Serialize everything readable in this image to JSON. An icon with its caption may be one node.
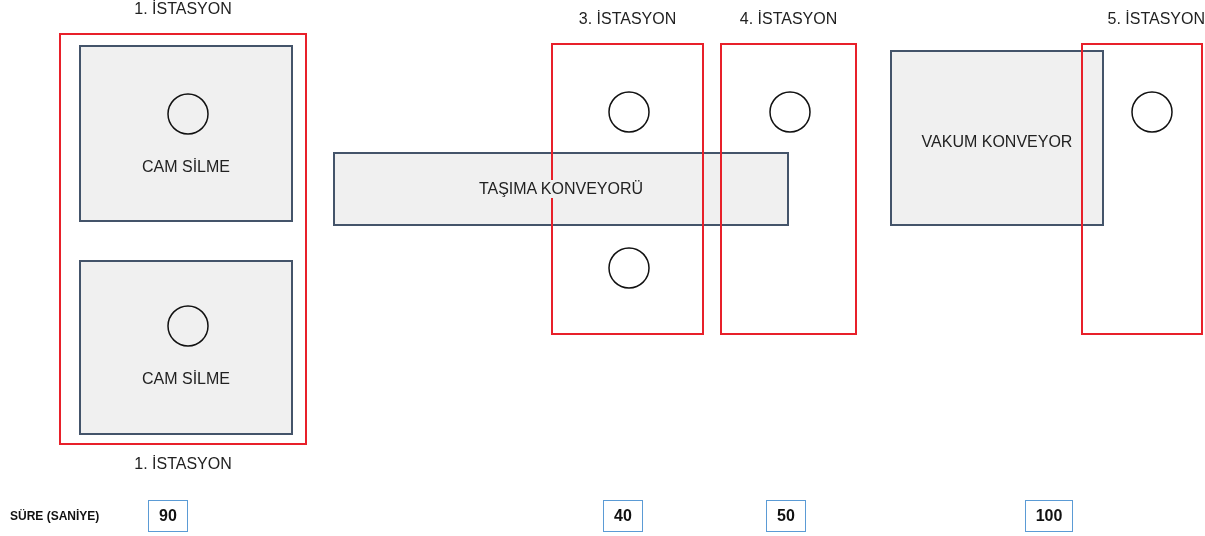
{
  "diagram": {
    "nodes": [
      {
        "text": [
          "1. İSTASYON"
        ],
        "beside": [
          "1. İSTASYON"
        ]
      },
      {
        "text": [
          "CAM SİLME"
        ],
        "in": 0
      },
      {
        "text": [
          "CAM SİLME"
        ],
        "in": 0
      },
      {
        "text": [
          "TAŞIMA KONVEYORÜ"
        ]
      },
      {
        "text": [
          "3. İSTASYON"
        ]
      },
      {
        "text": [
          "4. İSTASYON"
        ]
      },
      {
        "text": [
          "VAKUM KONVEYOR"
        ]
      },
      {
        "text": [
          "5. İSTASYON"
        ]
      },
      {
        "text": [
          "90"
        ]
      },
      {
        "text": [
          "40"
        ]
      },
      {
        "text": [
          "50"
        ]
      },
      {
        "text": [
          "100"
        ]
      }
    ],
    "labels": [
      "SÜRE (SANİYE)"
    ]
  }
}
